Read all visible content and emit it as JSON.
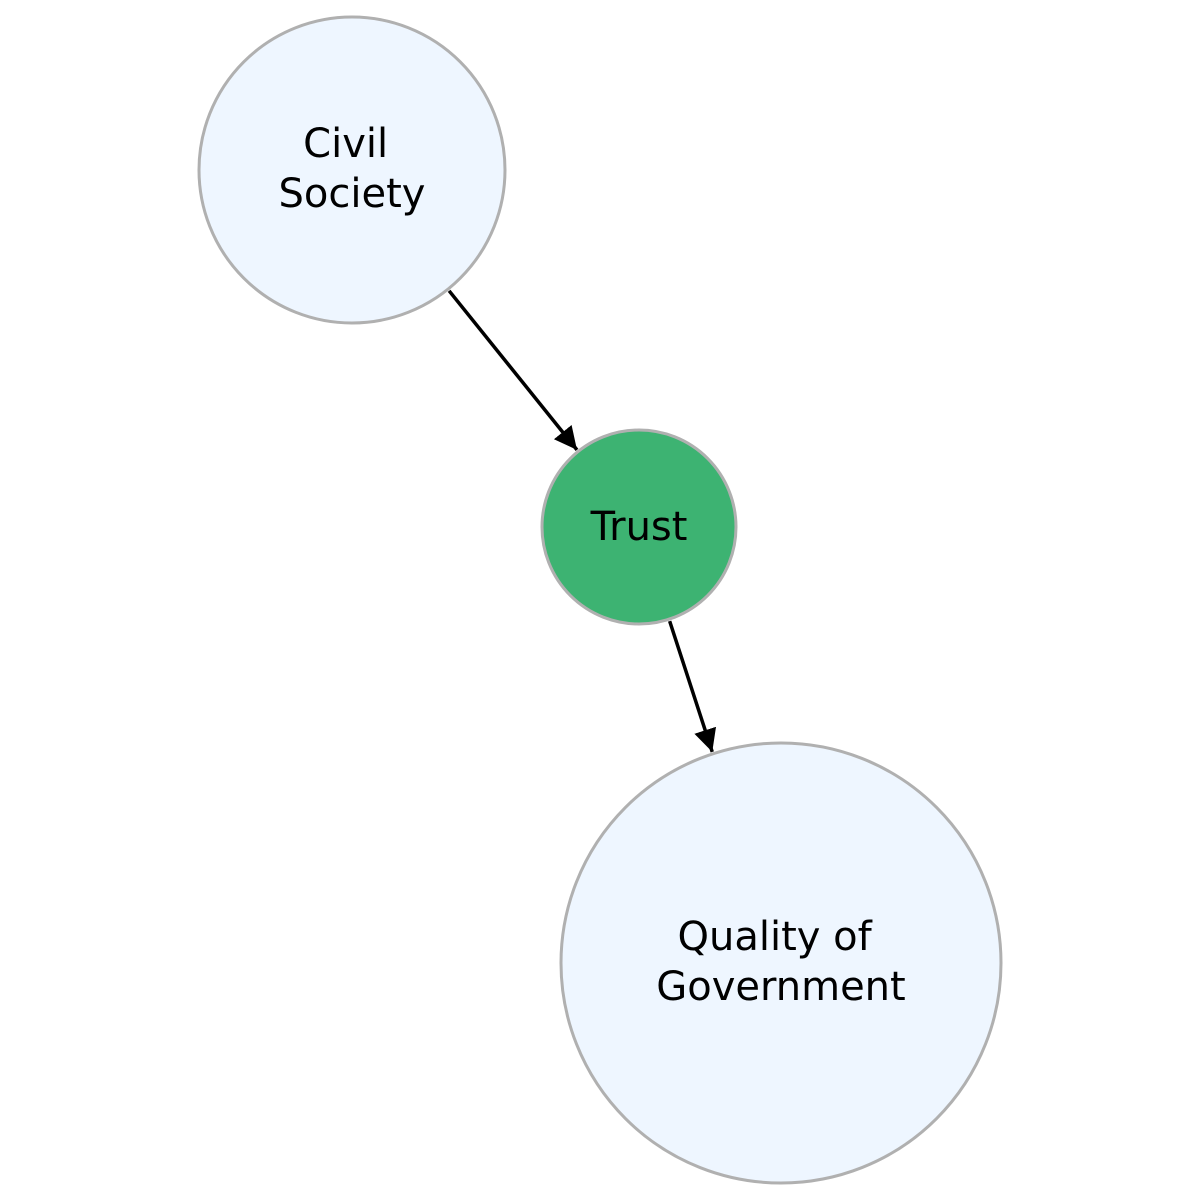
{
  "colors": {
    "node_fill": "#eef6ff",
    "node_highlight_fill": "#3db372",
    "node_stroke": "#b0b0b0",
    "edge": "#000000",
    "text": "#000000"
  },
  "nodes": [
    {
      "id": "civil-society",
      "lines": [
        "Civil",
        "Society"
      ],
      "highlight": false
    },
    {
      "id": "trust",
      "lines": [
        "Trust"
      ],
      "highlight": true
    },
    {
      "id": "quality-of-government",
      "lines": [
        "Quality of",
        "Government"
      ],
      "highlight": false
    }
  ],
  "edges": [
    {
      "from": "civil-society",
      "to": "trust"
    },
    {
      "from": "trust",
      "to": "quality-of-government"
    }
  ]
}
